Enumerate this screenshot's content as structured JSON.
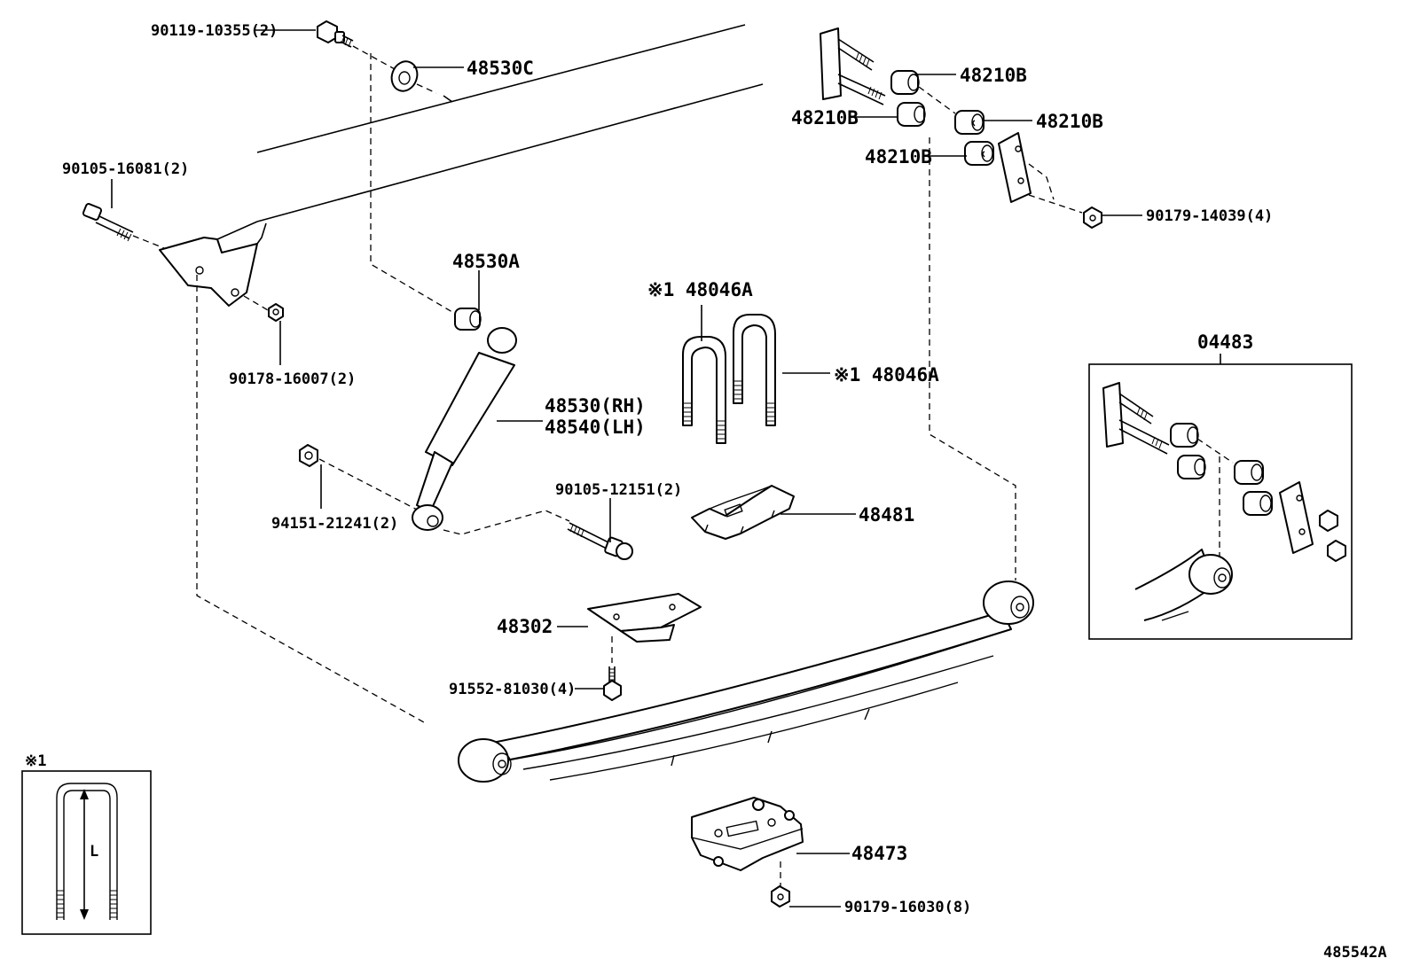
{
  "diagram_id": "485542A",
  "labels": {
    "p_90119_10355": "90119-10355(2)",
    "p_48530C": "48530C",
    "p_90105_16081": "90105-16081(2)",
    "p_90178_16007": "90178-16007(2)",
    "p_48530A": "48530A",
    "p_48530_rh": "48530(RH)",
    "p_48540_lh": "48540(LH)",
    "p_94151_21241": "94151-21241(2)",
    "p_90105_12151": "90105-12151(2)",
    "p_48046A_top": "※1 48046A",
    "p_48046A_side": "※1 48046A",
    "p_48481": "48481",
    "p_48302": "48302",
    "p_91552_81030": "91552-81030(4)",
    "p_48473": "48473",
    "p_90179_16030": "90179-16030(8)",
    "p_48210B_1": "48210B",
    "p_48210B_2": "48210B",
    "p_48210B_3": "48210B",
    "p_48210B_4": "48210B",
    "p_90179_14039": "90179-14039(4)",
    "p_04483": "04483",
    "note_mark": "※1",
    "note_dimension": "L"
  }
}
